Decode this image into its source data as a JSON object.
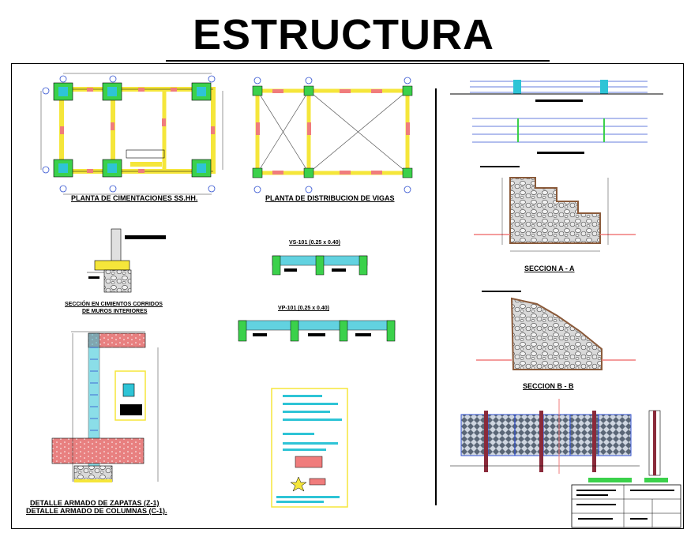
{
  "title": "ESTRUCTURA",
  "labels": {
    "planta_cimentaciones": "PLANTA DE CIMENTACIONES SS.HH.",
    "planta_vigas": "PLANTA DE DISTRIBUCION DE VIGAS",
    "seccion_cimientos_1": "SECCIÓN EN CIMIENTOS CORRIDOS",
    "seccion_cimientos_2": "DE MUROS INTERIORES",
    "vs101": "VS-101 (0.25 x 0.40)",
    "vp101": "VP-101 (0.25 x 0.40)",
    "detalle_zapatas": "DETALLE ARMADO DE ZAPATAS (Z-1)",
    "detalle_columnas": "DETALLE ARMADO DE COLUMNAS (C-1).",
    "seccion_aa": "SECCION A - A",
    "seccion_bb": "SECCION B - B"
  },
  "colors": {
    "beam_yellow": "#f5e63a",
    "column_cyan": "#2ec4d6",
    "footing_green": "#3bd14b",
    "rebar_pink": "#f07c7c",
    "stone_gray": "#9a9a9a",
    "dim_blue": "#3050d0",
    "wall_brown": "#8a5a3a"
  }
}
